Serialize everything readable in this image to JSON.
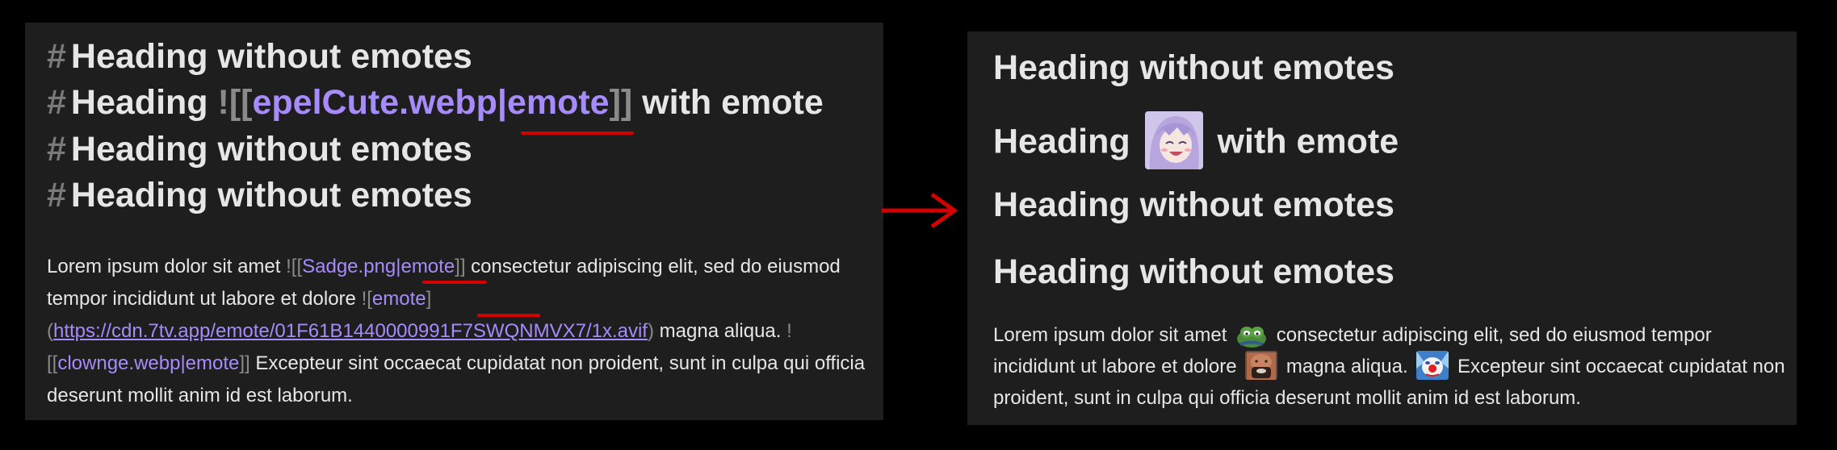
{
  "editor": {
    "headings": [
      {
        "hash": "#",
        "text": "Heading  without emotes"
      },
      {
        "hash": "#",
        "pre": "Heading ",
        "open": "![[",
        "file": "epelCute.webp|",
        "alias": "emote",
        "close": "]]",
        "post": " with emote"
      },
      {
        "hash": "#",
        "text": "Heading  without emotes"
      },
      {
        "hash": "#",
        "text": "Heading without emotes"
      }
    ],
    "paragraph": {
      "t1": "Lorem ipsum dolor sit amet ",
      "open1": "![[",
      "link1": "Sadge.png|",
      "alias1": "emote",
      "close1": "]]",
      "t2": " consectetur adipiscing elit, sed do eiusmod tempor incididunt ut labore et dolore ",
      "open2": "![",
      "alias2": "emote",
      "mid2": "](",
      "url2": "https://cdn.7tv.app/emote/01F61B1440000991F7SWQNMVX7/1x.avif",
      "close2": ")",
      "t3": " magna aliqua. ",
      "open3": "![[",
      "link3": "clownge.webp|emote",
      "close3": "]]",
      "t4": " Excepteur sint occaecat cupidatat non proident, sunt in culpa qui officia deserunt mollit anim id est laborum."
    }
  },
  "preview": {
    "headings": [
      {
        "text": "Heading without emotes"
      },
      {
        "pre": "Heading",
        "emote": "anime-girl-emote",
        "post": "with emote"
      },
      {
        "text": "Heading without emotes"
      },
      {
        "text": "Heading without emotes"
      }
    ],
    "paragraph": {
      "t1": "Lorem ipsum dolor sit amet",
      "t2": "consectetur adipiscing elit, sed do eiusmod tempor incididunt ut labore et dolore",
      "t3": "magna aliqua.",
      "t4": "Excepteur sint occaecat cupidatat non proident, sunt in culpa qui officia deserunt mollit anim id est laborum."
    }
  },
  "colors": {
    "background": "#000000",
    "panel": "#1e1e1e",
    "link": "#a78bfa",
    "dim": "#8a8a8a",
    "annotation": "#d40000"
  }
}
